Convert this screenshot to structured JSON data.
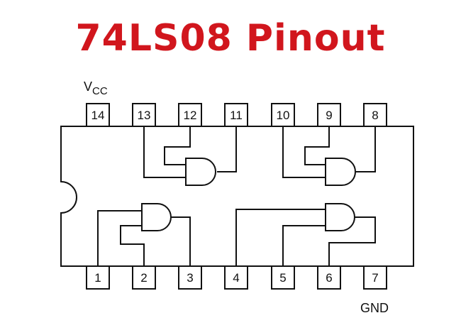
{
  "title": "74LS08 Pinout",
  "colors": {
    "title": "#d1161d",
    "line": "#111111",
    "background": "#ffffff"
  },
  "labels": {
    "vcc_main": "V",
    "vcc_sub": "CC",
    "gnd": "GND"
  },
  "pins": {
    "top": [
      "14",
      "13",
      "12",
      "11",
      "10",
      "9",
      "8"
    ],
    "bottom": [
      "1",
      "2",
      "3",
      "4",
      "5",
      "6",
      "7"
    ]
  },
  "gates": [
    {
      "name": "AND gate 1",
      "inputs": [
        "1",
        "2"
      ],
      "output": "3"
    },
    {
      "name": "AND gate 2",
      "inputs": [
        "4",
        "5"
      ],
      "output": "6"
    },
    {
      "name": "AND gate 3",
      "inputs": [
        "9",
        "10"
      ],
      "output": "8"
    },
    {
      "name": "AND gate 4",
      "inputs": [
        "12",
        "13"
      ],
      "output": "11"
    }
  ]
}
